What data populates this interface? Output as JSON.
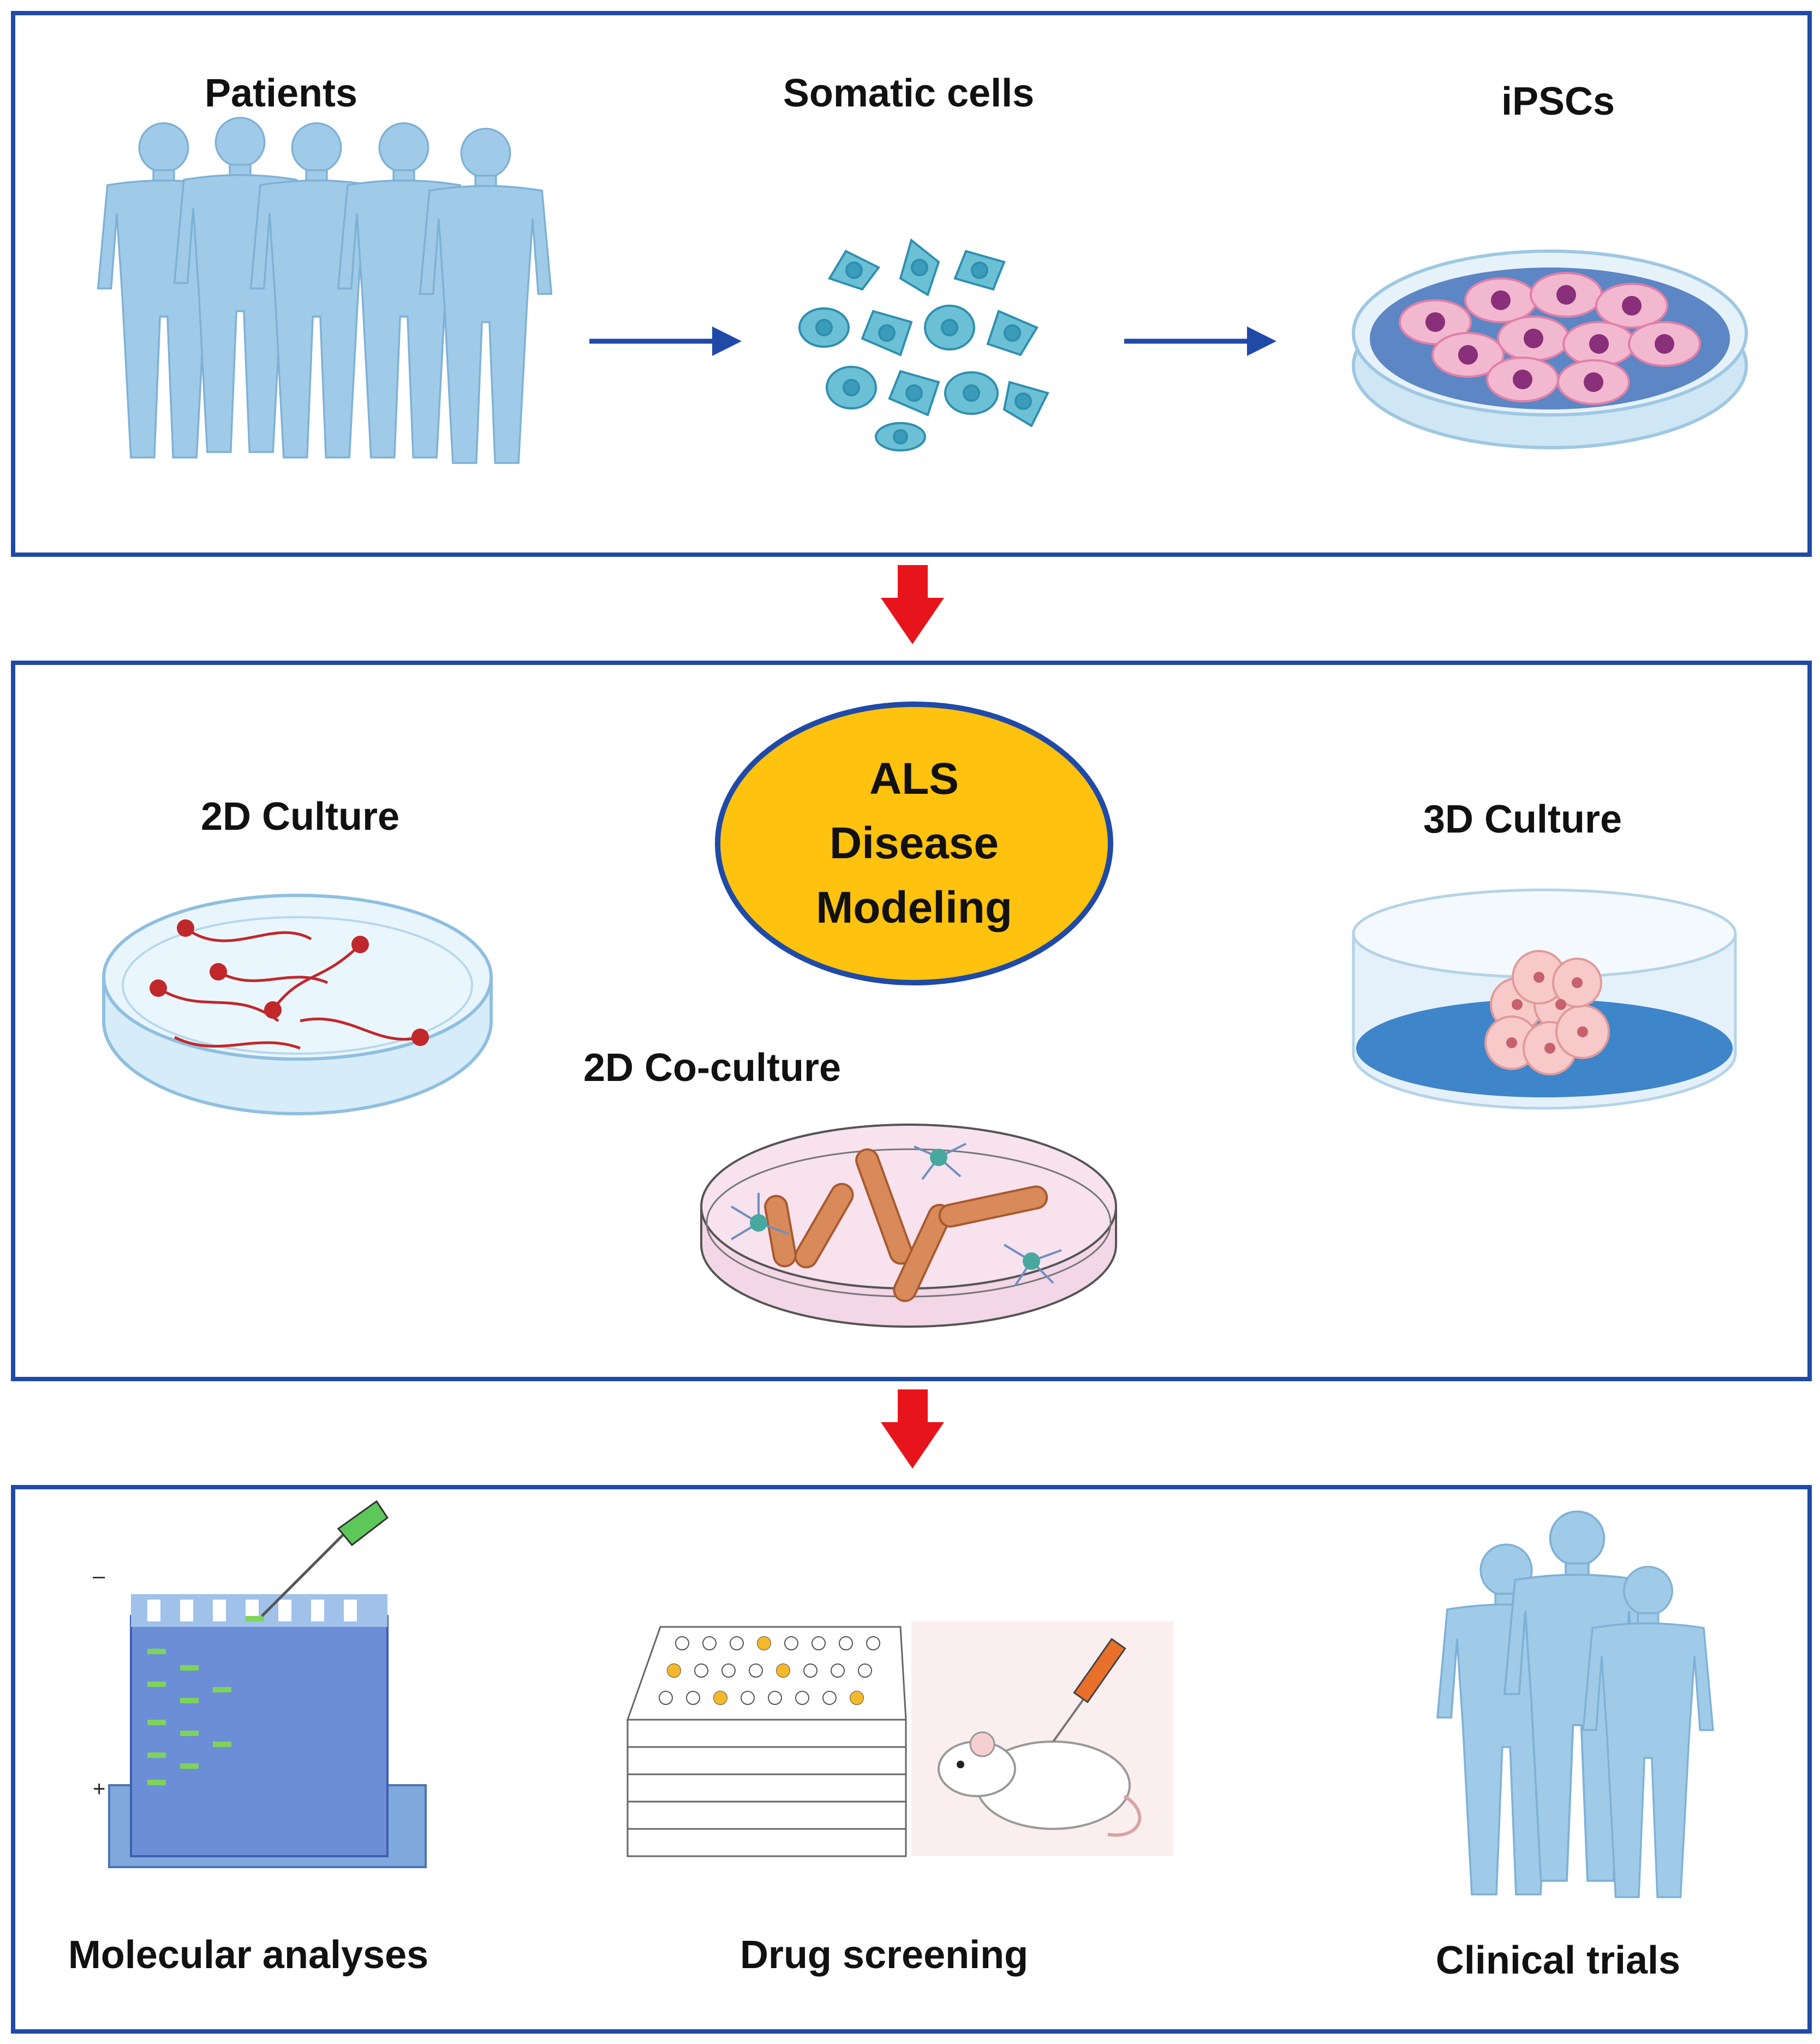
{
  "stage1": {
    "patients": "Patients",
    "somatic": "Somatic cells",
    "ipscs": "iPSCs"
  },
  "stage2": {
    "center": [
      "ALS",
      "Disease",
      "Modeling"
    ],
    "culture2d": "2D Culture",
    "culture3d": "3D Culture",
    "coculture": "2D Co-culture"
  },
  "stage3": {
    "molecular": "Molecular analyses",
    "drug": "Drug screening",
    "clinical": "Clinical trials"
  },
  "colors": {
    "panel_border": "#1f4aa8",
    "flow_arrow": "#1f4aa8",
    "stage_arrow": "#e8141b",
    "center_fill": "#ffc20e",
    "silhouette": "#9fcbe8"
  },
  "icons": [
    "people-silhouettes-icon",
    "somatic-cells-icon",
    "ipsc-dish-icon",
    "neuron-dish-icon",
    "spheroid-dish-icon",
    "coculture-dish-icon",
    "gel-electrophoresis-icon",
    "well-plate-icon",
    "mouse-injection-icon",
    "clinical-people-icon"
  ]
}
